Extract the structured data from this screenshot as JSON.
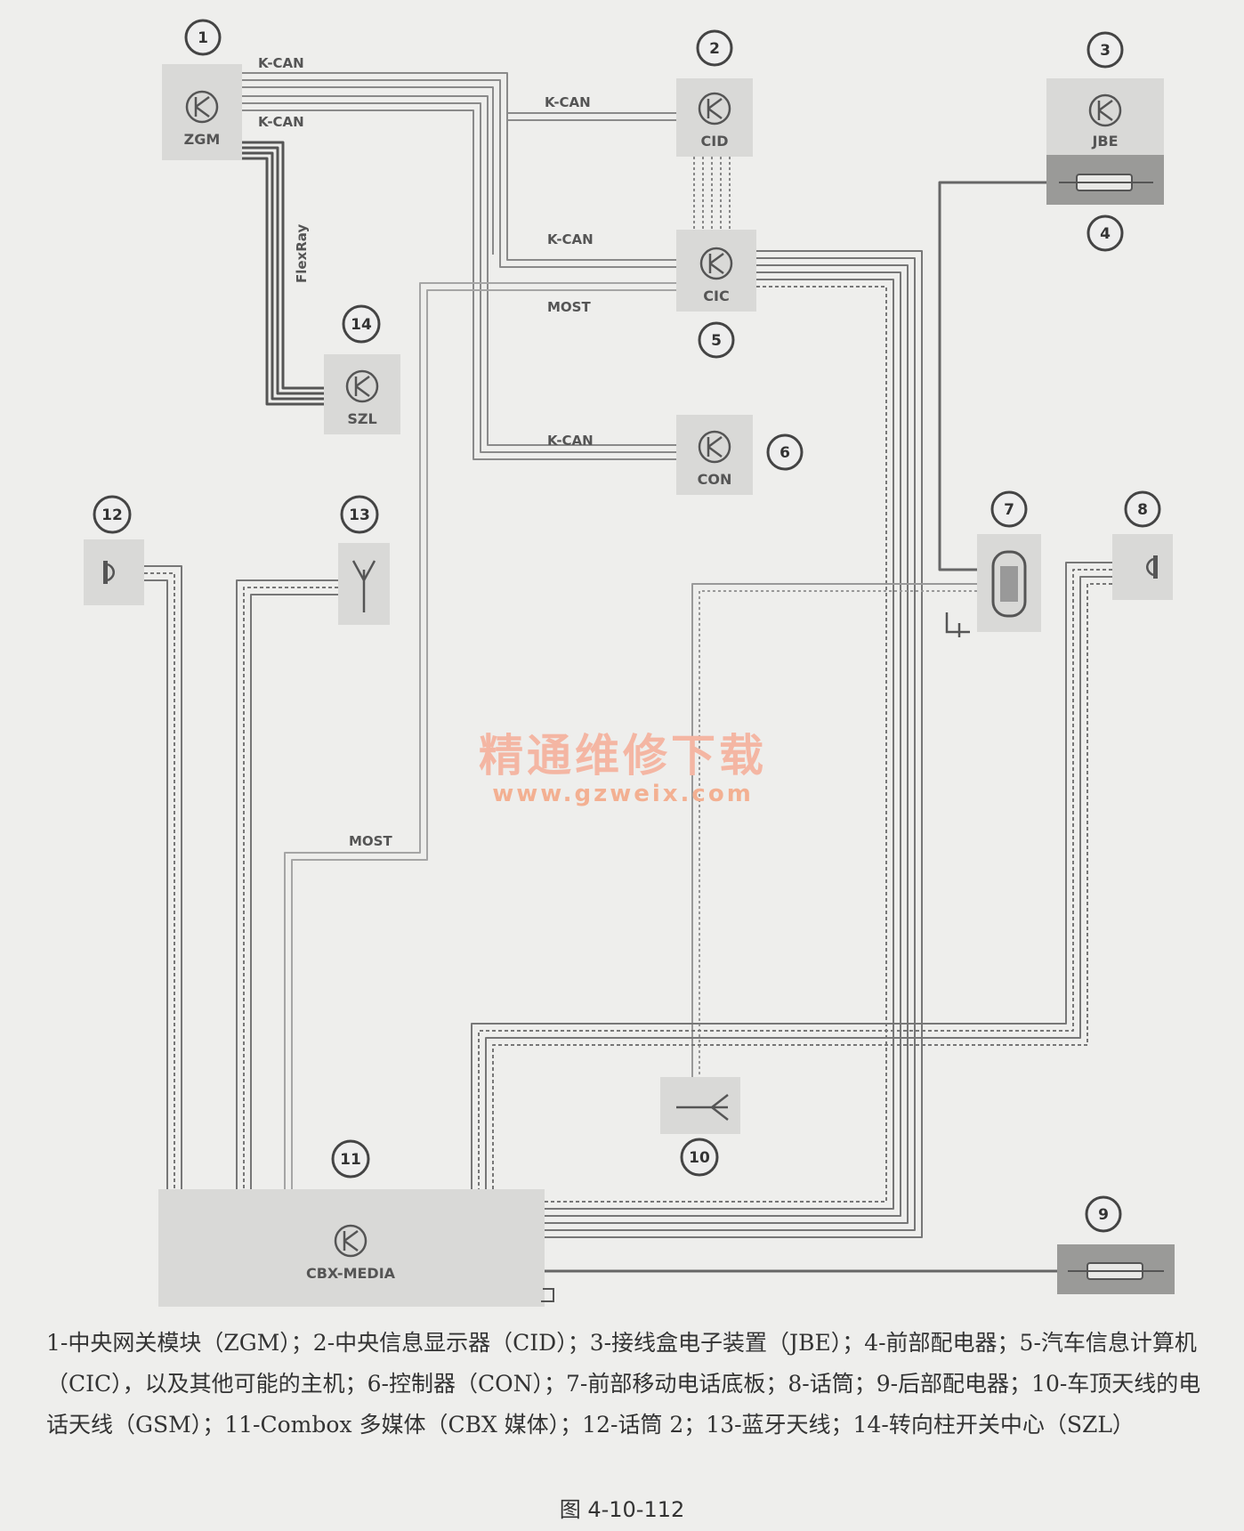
{
  "components": [
    {
      "number": "1",
      "label": "ZGM"
    },
    {
      "number": "2",
      "label": "CID"
    },
    {
      "number": "3",
      "label": "JBE"
    },
    {
      "number": "4",
      "label": ""
    },
    {
      "number": "5",
      "label": "CIC"
    },
    {
      "number": "6",
      "label": "CON"
    },
    {
      "number": "7",
      "label": ""
    },
    {
      "number": "8",
      "label": ""
    },
    {
      "number": "9",
      "label": ""
    },
    {
      "number": "10",
      "label": ""
    },
    {
      "number": "11",
      "label": "CBX-MEDIA"
    },
    {
      "number": "12",
      "label": ""
    },
    {
      "number": "13",
      "label": ""
    },
    {
      "number": "14",
      "label": "SZL"
    }
  ],
  "bus_labels": {
    "kcan_top": "K-CAN",
    "kcan_second": "K-CAN",
    "kcan_cid": "K-CAN",
    "kcan_cic": "K-CAN",
    "kcan_con": "K-CAN",
    "most_cic": "MOST",
    "most_lower": "MOST",
    "flexray": "FlexRay"
  },
  "watermark": {
    "title": "精通维修下载",
    "url": "www.gzweix.com"
  },
  "caption": "1-中央网关模块（ZGM）；2-中央信息显示器（CID）；3-接线盒电子装置（JBE）；4-前部配电器；5-汽车信息计算机（CIC），以及其他可能的主机；6-控制器（CON）；7-前部移动电话底板；8-话筒；9-后部配电器；10-车顶天线的电话天线（GSM）；11-Combox 多媒体（CBX 媒体）；12-话筒 2；13-蓝牙天线；14-转向柱开关中心（SZL）",
  "figure_number": "图 4-10-112",
  "colors": {
    "box_fill": "#d9d9d7",
    "wire": "#777777",
    "wire_light": "#a5a5a5",
    "flexray": "#555555",
    "fuse_fill": "#9a9a98",
    "watermark_title": "#f4b6a3",
    "watermark_url": "#f3b092"
  }
}
